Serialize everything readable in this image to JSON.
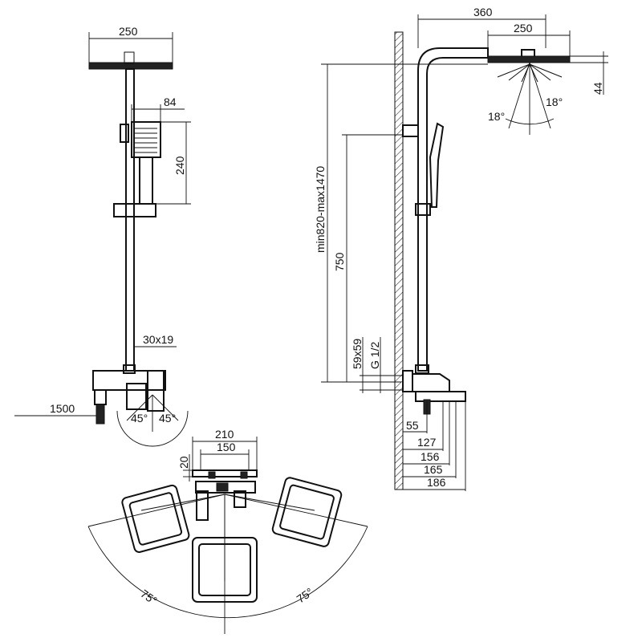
{
  "dimensions": {
    "front_head_width": "250",
    "handshower_width": "84",
    "handshower_height": "240",
    "pipe_section": "30x19",
    "connection_length": "1500",
    "front_angle_left": "45°",
    "front_angle_right": "45°",
    "side_arm_reach": "360",
    "side_head_width": "250",
    "head_thickness": "44",
    "head_tilt_left": "18°",
    "head_tilt_right": "18°",
    "height_range": "min820-max1470",
    "holder_height": "750",
    "flange_size": "59x59",
    "thread_size": "G 1/2",
    "depth_55": "55",
    "depth_127": "127",
    "depth_156": "156",
    "depth_165": "165",
    "depth_186": "186",
    "top_width_210": "210",
    "top_width_150": "150",
    "top_depth_20": "20",
    "top_angle_left": "75°",
    "top_angle_right": "75°"
  }
}
